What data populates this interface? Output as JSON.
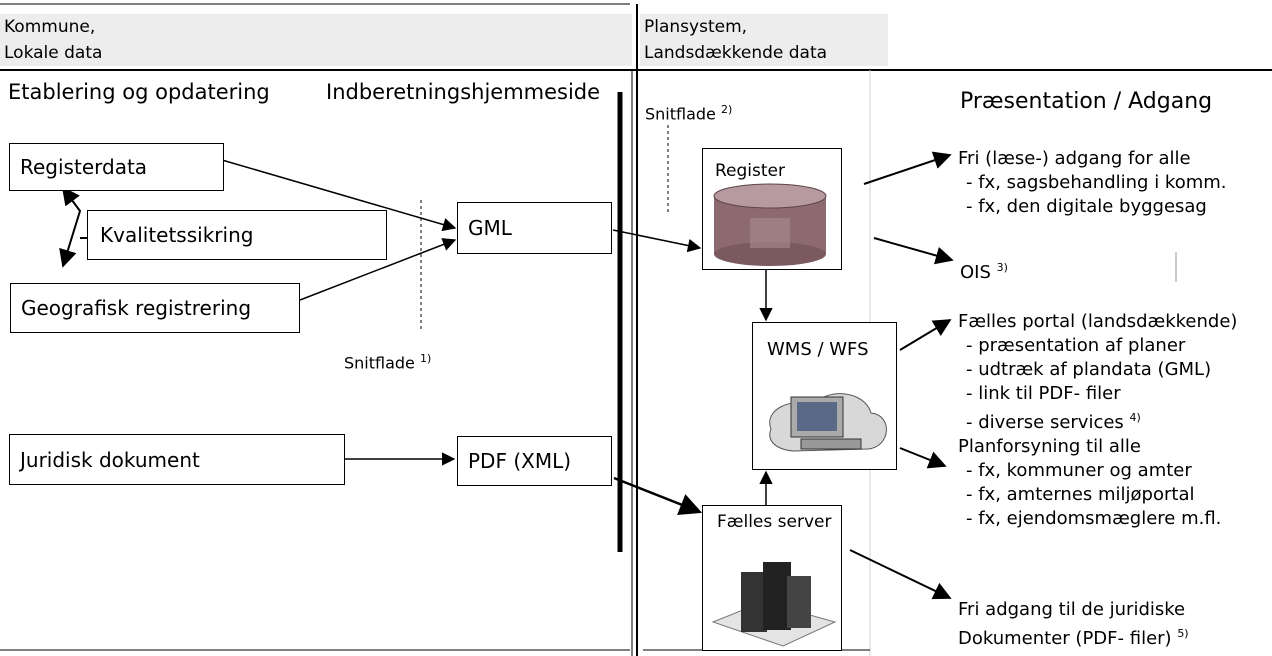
{
  "header": {
    "top_left_line1": "Kommune,",
    "top_left_line2": "Lokale data",
    "top_right_line1": "Plansystem,",
    "top_right_line2": "Landsdækkende data"
  },
  "sections": {
    "establishment": "Etablering og opdatering",
    "reporting_site": "Indberetningshjemmeside",
    "presentation": "Præsentation / Adgang"
  },
  "boxes": {
    "registerdata": "Registerdata",
    "kvalitet": "Kvalitetssikring",
    "geografisk": "Geografisk registrering",
    "juridisk": "Juridisk dokument",
    "gml": "GML",
    "pdf": "PDF (XML)",
    "register": "Register",
    "wms": "WMS / WFS",
    "faelles_server": "Fælles server"
  },
  "interfaces": {
    "snitflade1": "Snitflade",
    "snitflade1_sup": "1)",
    "snitflade2": "Snitflade",
    "snitflade2_sup": "2)"
  },
  "outputs": {
    "fri_laese": "Fri (læse-) adgang for alle",
    "fri_l1": "- fx, sagsbehandling i komm.",
    "fri_l2": "- fx, den digitale byggesag",
    "ois": "OIS",
    "ois_sup": "3)",
    "portal": "Fælles portal (landsdækkende)",
    "portal_l1": "- præsentation af planer",
    "portal_l2": "- udtræk af plandata (GML)",
    "portal_l3": "- link til PDF- filer",
    "portal_l4": "- diverse services",
    "portal_l4_sup": "4)",
    "planforsyning": "Planforsyning til alle",
    "plan_l1": "- fx, kommuner og amter",
    "plan_l2": "- fx, amternes miljøportal",
    "plan_l3": "- fx, ejendomsmæglere m.fl.",
    "jur_l1": "Fri adgang til de juridiske",
    "jur_l2": "Dokumenter (PDF- filer)",
    "jur_sup": "5)"
  }
}
